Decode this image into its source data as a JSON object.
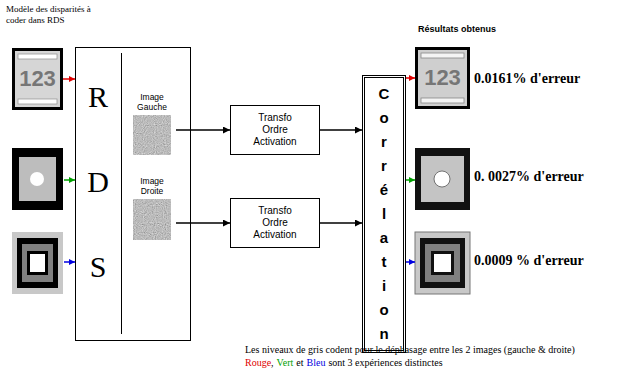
{
  "diagram": {
    "nodes": [
      {
        "text": [
          "123"
        ]
      },
      {
        "text": [
          "RDS"
        ]
      },
      {
        "text": [
          "Image Gauche"
        ],
        "in": 1
      },
      {
        "text": [
          "Image Droite"
        ],
        "in": 1
      },
      {
        "text": [
          "Transfo Ordre Activation"
        ]
      },
      {
        "text": [
          "Transfo Ordre Activation"
        ]
      },
      {
        "text": [
          "Corrélation"
        ]
      },
      {
        "text": [
          "123"
        ]
      }
    ],
    "edges": [
      {
        "from": 0,
        "to": 1,
        "arrow": "to"
      },
      {
        "from": 2,
        "to": 4,
        "arrow": "to"
      },
      {
        "from": 3,
        "to": 5,
        "arrow": "to"
      },
      {
        "from": 4,
        "to": 6,
        "arrow": "to"
      },
      {
        "from": 5,
        "to": 6,
        "arrow": "to"
      },
      {
        "from": 6,
        "to": 7,
        "arrow": "to"
      }
    ],
    "labels": [
      "Modèle des disparités à coder dans RDS",
      "Résultats obtenus",
      "0.0161% d'erreur",
      "0. 0027% d'erreur",
      "0.0009 % d'erreur",
      "Les niveaux de gris codent pour le déphasage entre les 2 images (gauche & droite)",
      "Rouge",
      ",",
      "Vert",
      "et",
      "Bleu",
      "sont 3 expériences distinctes"
    ]
  }
}
